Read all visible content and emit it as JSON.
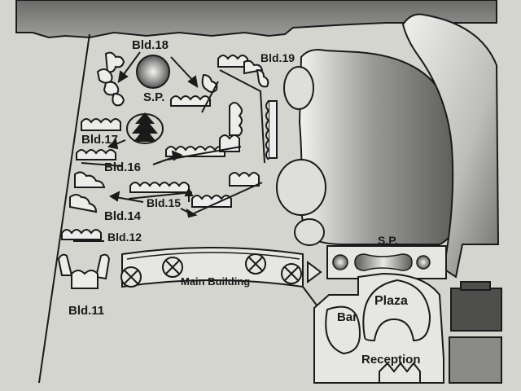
{
  "map": {
    "labels": {
      "bld18": "Bld.18",
      "bld19": "Bld.19",
      "sp_top": "S.P.",
      "bld17": "Bld.17",
      "bld16": "Bld.16",
      "bld15": "Bld.15",
      "bld14": "Bld.14",
      "bld12": "Bld.12",
      "bld11": "Bld.11",
      "main_building": "Main Building",
      "sp_right": "S.P.",
      "bar": "Bar",
      "plaza": "Plaza",
      "reception": "Reception"
    },
    "colors": {
      "paper": "#dededa",
      "ink": "#1a1a1a",
      "top_band": "#7a7a7a",
      "dark_block": "#4a4a4a",
      "grey_block": "#8c8c8c"
    }
  }
}
